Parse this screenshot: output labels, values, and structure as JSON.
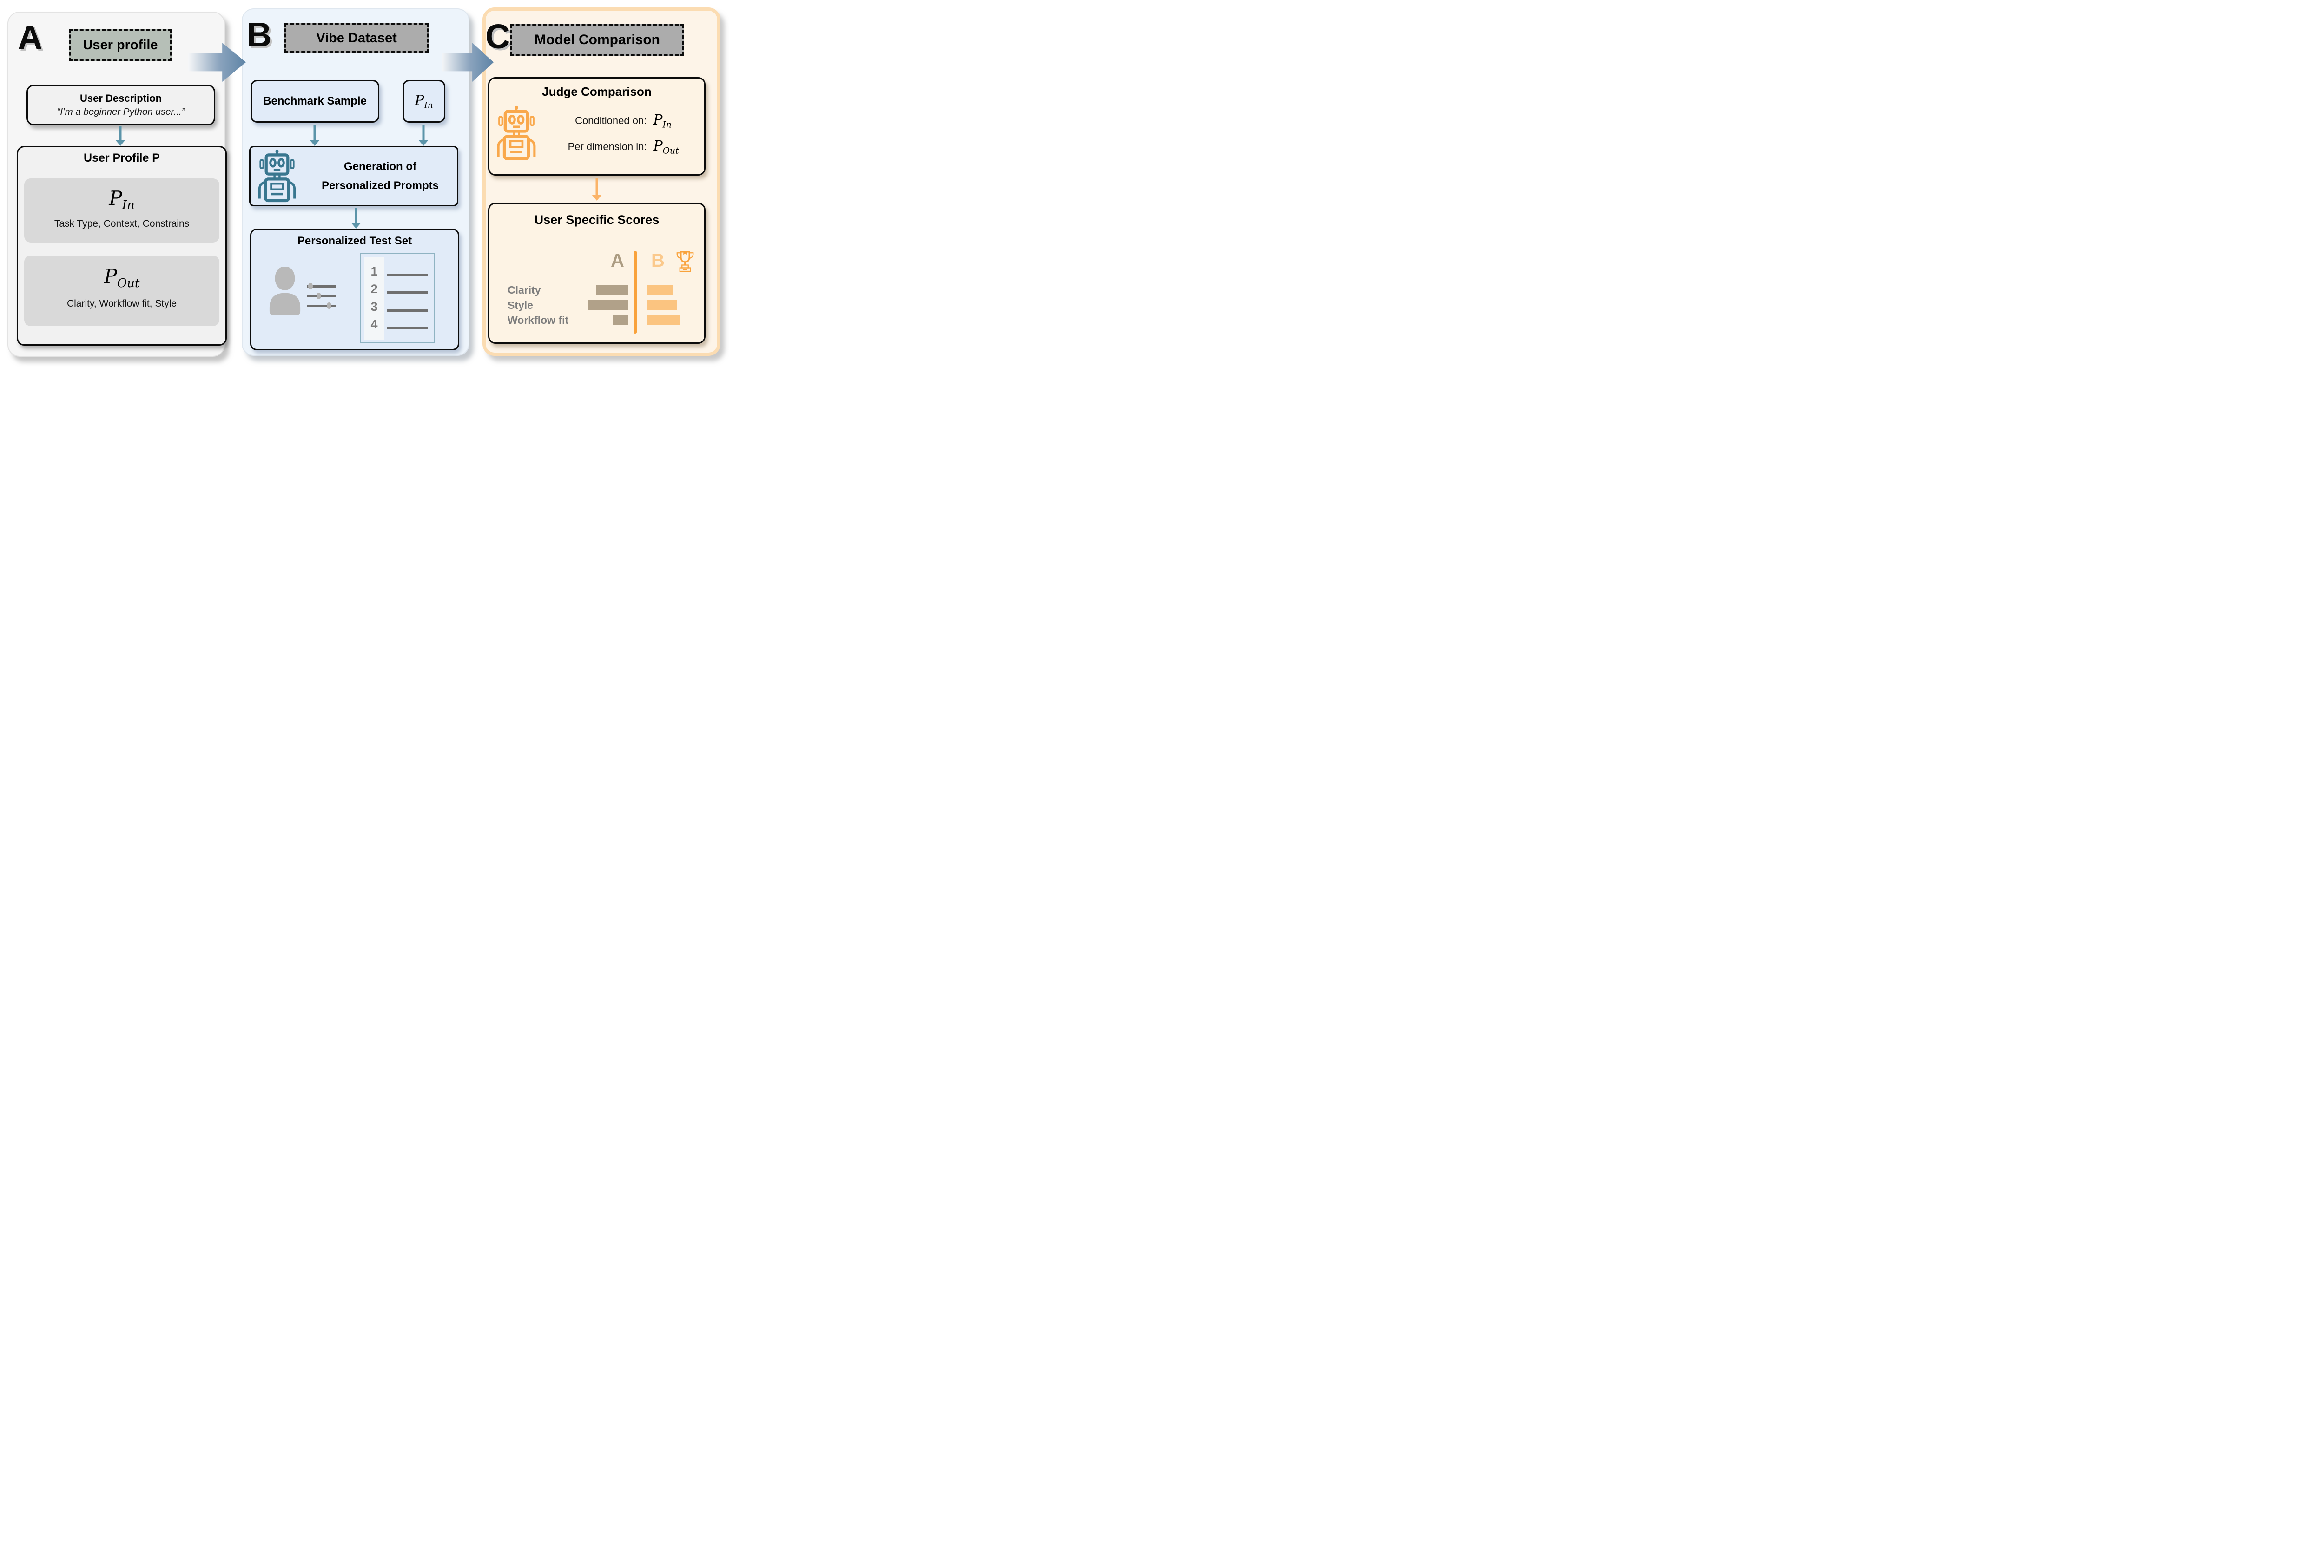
{
  "panels": {
    "a": {
      "letter": "A",
      "header": "User profile",
      "description_box": {
        "title": "User Description",
        "quote": "“I’m a beginner Python user...”"
      },
      "profile_box": {
        "title": "User Profile P",
        "p_in": {
          "symbol": "P",
          "subscript": "In",
          "items": "Task Type, Context, Constrains"
        },
        "p_out": {
          "symbol": "P",
          "subscript": "Out",
          "items": "Clarity, Workflow fit, Style"
        }
      }
    },
    "b": {
      "letter": "B",
      "header": "Vibe Dataset",
      "benchmark_label": "Benchmark Sample",
      "p_in": {
        "symbol": "P",
        "subscript": "In"
      },
      "generation_line1": "Generation of",
      "generation_line2": "Personalized Prompts",
      "test_set": {
        "title": "Personalized Test Set",
        "list_numbers": [
          "1",
          "2",
          "3",
          "4"
        ]
      }
    },
    "c": {
      "letter": "C",
      "header": "Model Comparison",
      "judge_box": {
        "title": "Judge Comparison",
        "line1_label": "Conditioned on:",
        "line1_symbol": "P",
        "line1_sub": "In",
        "line2_label": "Per dimension in:",
        "line2_symbol": "P",
        "line2_sub": "Out"
      },
      "scores_box": {
        "title": "User Specific Scores",
        "model_a_label": "A",
        "model_b_label": "B",
        "chart_data": {
          "type": "bar",
          "categories": [
            "Clarity",
            "Style",
            "Workflow fit"
          ],
          "series": [
            {
              "name": "A",
              "values": [
                70,
                88,
                34
              ]
            },
            {
              "name": "B",
              "values": [
                57,
                65,
                72
              ]
            }
          ],
          "units": "relative bar length (px)",
          "legend_position": "top",
          "winner": "B"
        }
      }
    }
  },
  "icons": {
    "robot_teal": "robot-icon",
    "robot_orange": "robot-icon",
    "person": "person-icon",
    "sliders": "sliders-icon",
    "trophy": "trophy-icon",
    "flow_arrow": "arrow-right-icon",
    "down_arrow": "arrow-down-icon"
  },
  "colors": {
    "teal_icon": "#38768f",
    "teal_arrow": "#5b94a9",
    "gradient_arrow_end": "#5e84a6",
    "panel_a_bg": "#f6f6f6",
    "panel_b_bg": "#edf4fb",
    "panel_c_bg": "#fdf4e8",
    "panel_c_border": "#fbdcb2",
    "header_a_bg": "#b6bfb7",
    "header_gray_bg": "#acacac",
    "inner_blue_box": "#e1ebf8",
    "inner_gray_box": "#d9d9d9",
    "bar_a": "#b1a189",
    "bar_b": "#fbc480",
    "divider_orange": "#f9a23b",
    "robot_orange": "#f9a84c",
    "dim_label_gray": "#7d7d7d"
  }
}
